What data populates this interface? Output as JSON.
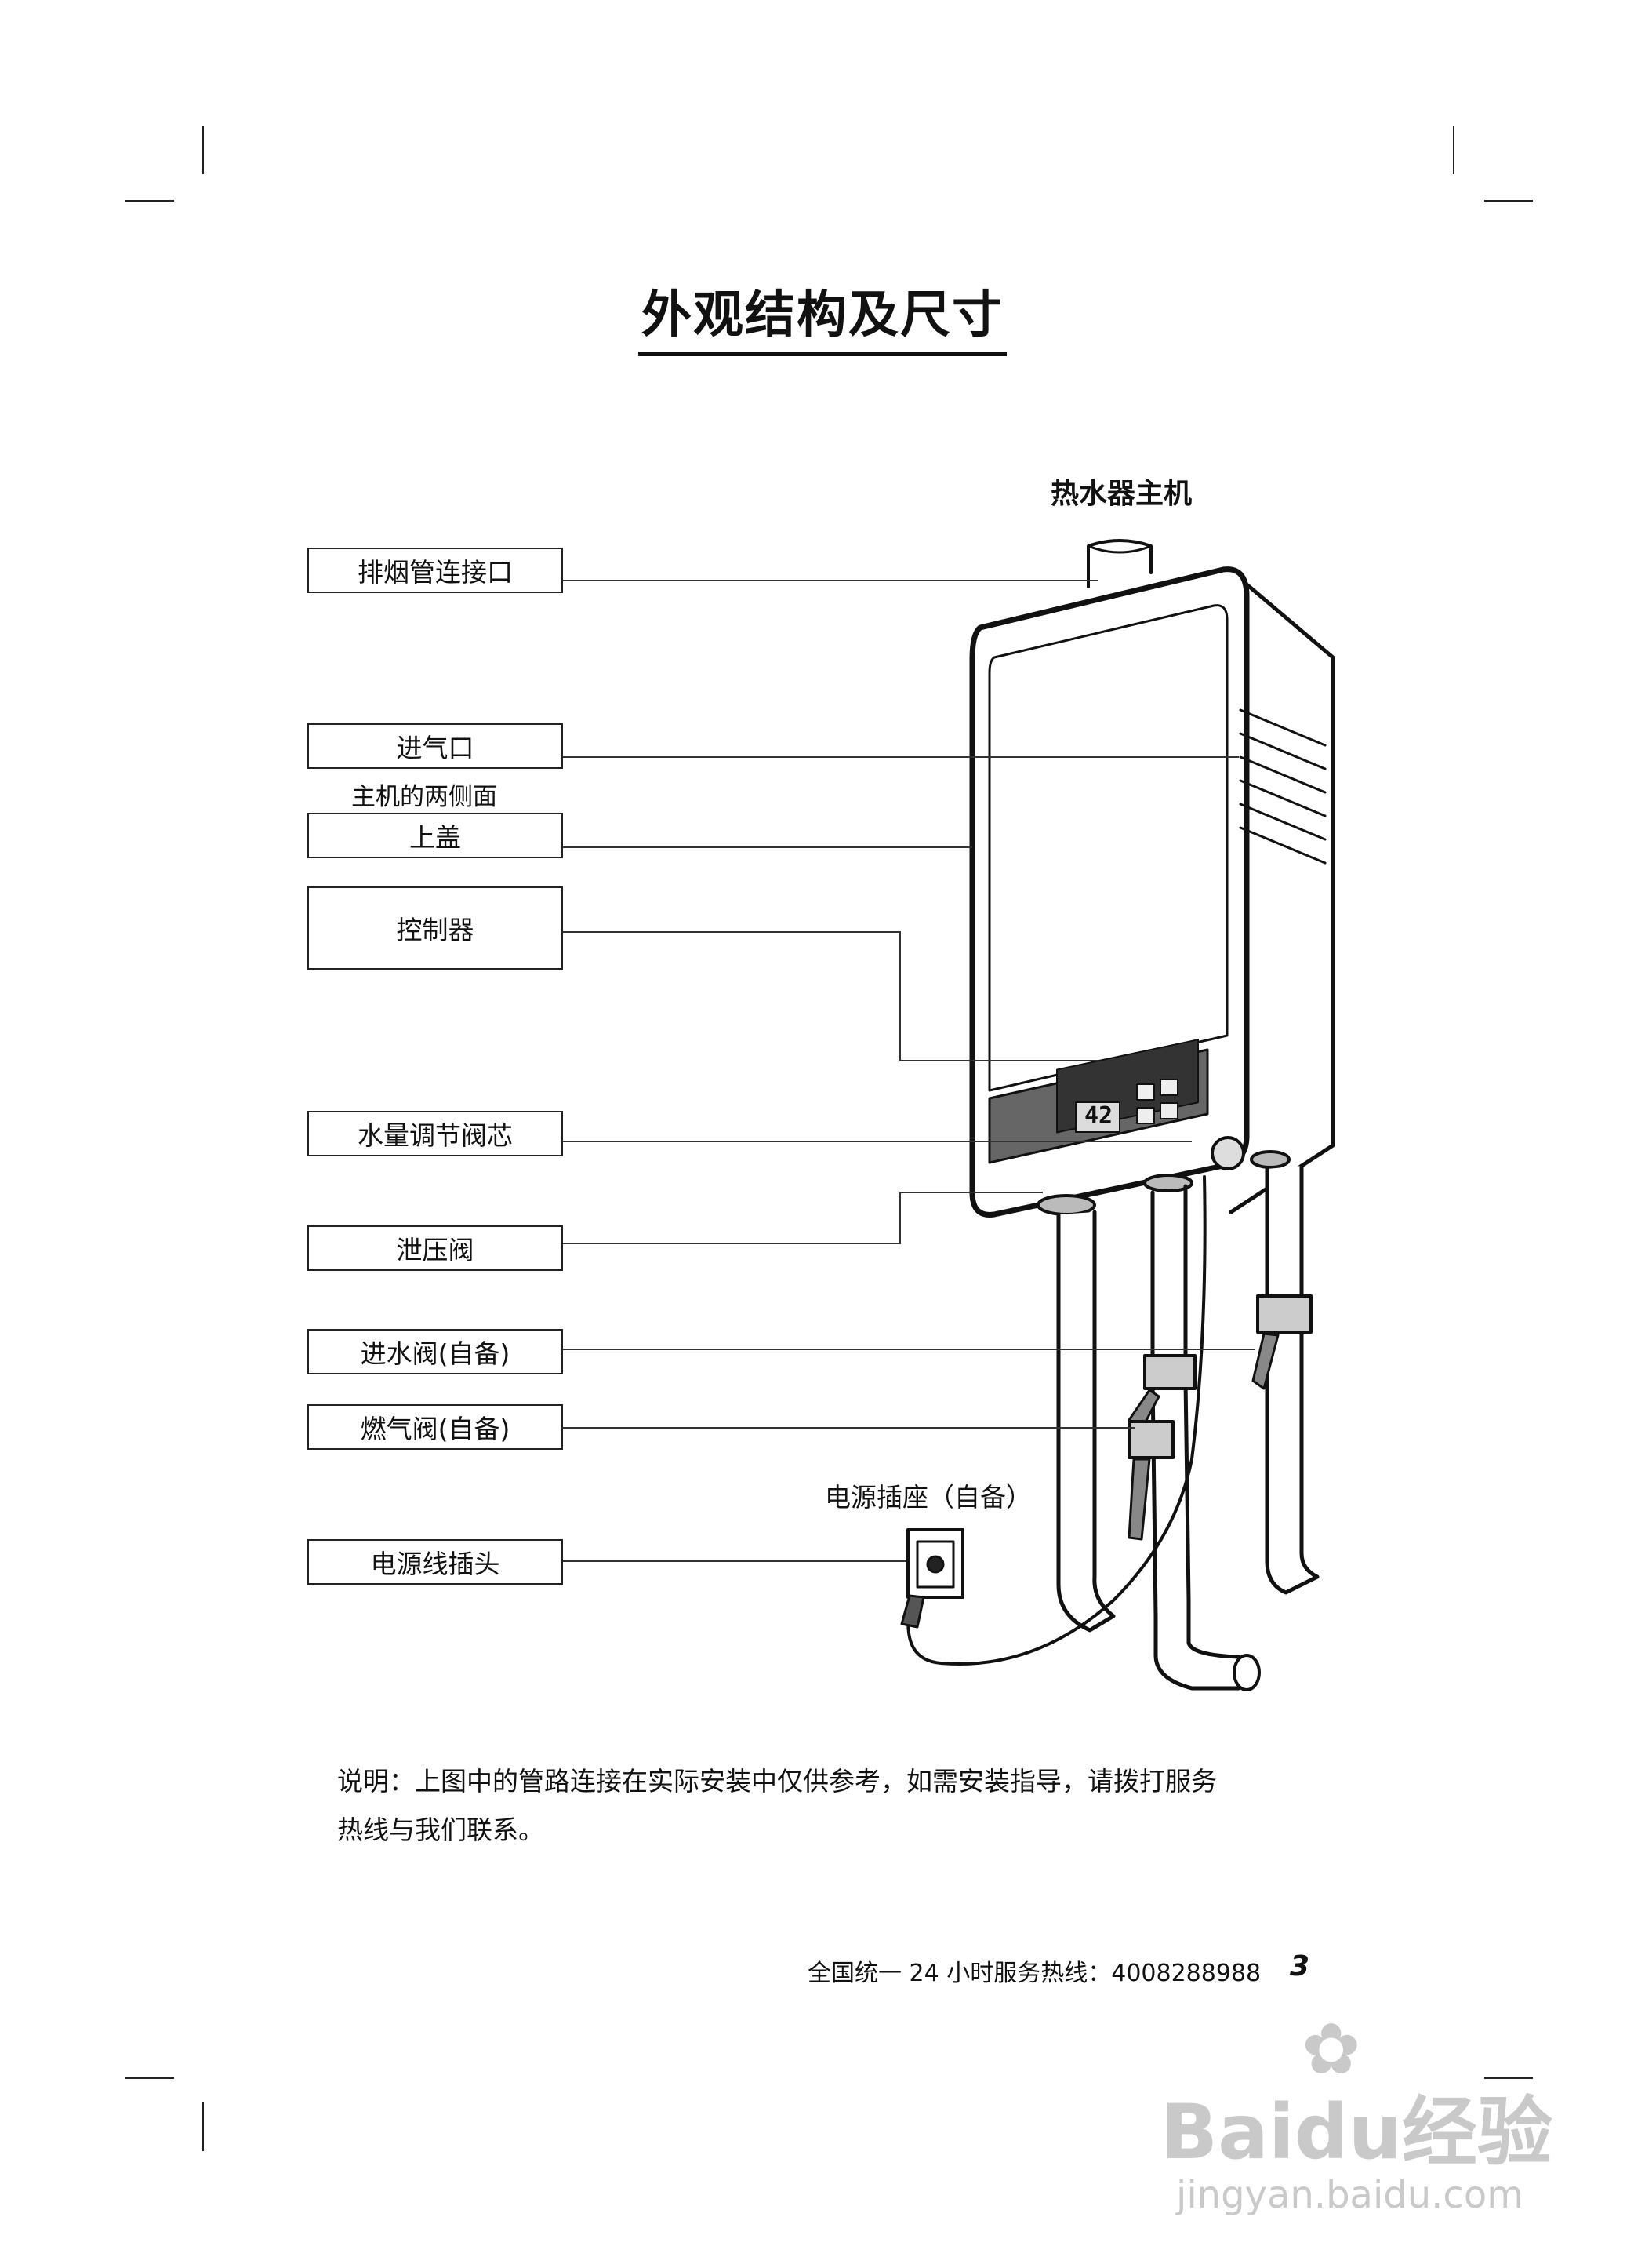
{
  "page": {
    "title": "外观结构及尺寸",
    "unit_label": "热水器主机",
    "labels": {
      "exhaust": "排烟管连接口",
      "air_inlet": "进气口",
      "both_sides": "主机的两侧面",
      "top_cover": "上盖",
      "controller": "控制器",
      "water_valve_core": "水量调节阀芯",
      "relief_valve": "泄压阀",
      "water_in_valve": "进水阀(自备)",
      "gas_valve": "燃气阀(自备)",
      "power_plug": "电源线插头",
      "socket": "电源插座（自备）"
    },
    "display_value": "42",
    "note_line1": "说明：上图中的管路连接在实际安装中仅供参考，如需安装指导，请拨打服务",
    "note_line2": "热线与我们联系。",
    "footer_text": "全国统一 24 小时服务热线：4008288988",
    "page_number": "3"
  },
  "watermark": {
    "logo": "Baidu经验",
    "url": "jingyan.baidu.com"
  }
}
